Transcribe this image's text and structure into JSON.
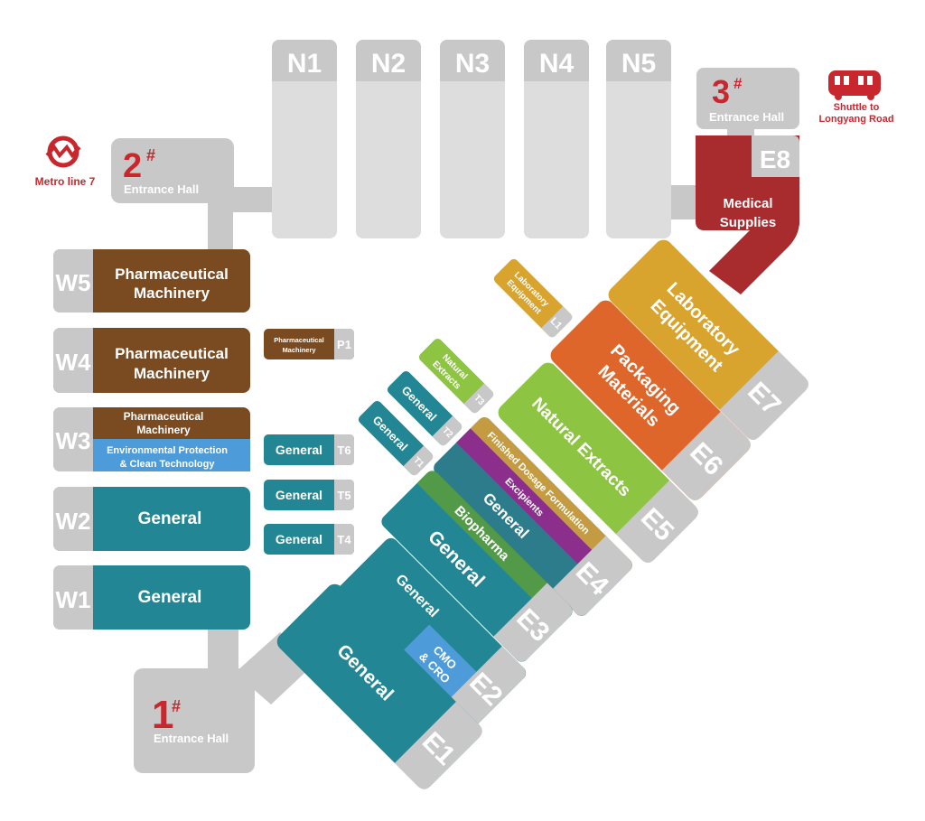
{
  "colors": {
    "gray": "#c8c8c8",
    "light_gray": "#dddddd",
    "brown": "#7a4a21",
    "teal": "#228694",
    "blue": "#4d9bd8",
    "lime": "#8dc543",
    "orange": "#df662b",
    "gold": "#d9a42e",
    "dark_red": "#a82b2e",
    "green": "#529a48",
    "purple": "#8c2f8c",
    "tan": "#c59b42",
    "slate_teal": "#2c7c8c",
    "red_text": "#c8282d"
  },
  "north_halls": [
    "N1",
    "N2",
    "N3",
    "N4",
    "N5"
  ],
  "entrances": {
    "e1": {
      "number": "1",
      "mark": "#",
      "label": "Entrance Hall"
    },
    "e2": {
      "number": "2",
      "mark": "#",
      "label": "Entrance Hall"
    },
    "e3": {
      "number": "3",
      "mark": "#",
      "label": "Entrance Hall"
    }
  },
  "transport": {
    "metro": {
      "label": "Metro line 7",
      "icon": "metro-logo-icon"
    },
    "shuttle": {
      "line1": "Shuttle to",
      "line2": "Longyang Road",
      "icon": "bus-icon"
    }
  },
  "west_halls": {
    "w5": {
      "id": "W5",
      "line1": "Pharmaceutical",
      "line2": "Machinery"
    },
    "w4": {
      "id": "W4",
      "line1": "Pharmaceutical",
      "line2": "Machinery"
    },
    "w3": {
      "id": "W3",
      "top1": "Pharmaceutical",
      "top2": "Machinery",
      "bot1": "Environmental Protection",
      "bot2": "& Clean Technology"
    },
    "w2": {
      "id": "W2",
      "label": "General"
    },
    "w1": {
      "id": "W1",
      "label": "General"
    }
  },
  "temp_halls": {
    "p1": {
      "id": "P1",
      "line1": "Pharmaceutical",
      "line2": "Machinery"
    },
    "t6": {
      "id": "T6",
      "label": "General"
    },
    "t5": {
      "id": "T5",
      "label": "General"
    },
    "t4": {
      "id": "T4",
      "label": "General"
    },
    "t1": {
      "id": "T1",
      "label": "General"
    },
    "t2": {
      "id": "T2",
      "label": "General"
    },
    "t3": {
      "id": "T3",
      "line1": "Natural",
      "line2": "Extracts"
    },
    "l1": {
      "id": "L1",
      "line1": "Laboratory",
      "line2": "Equipment"
    }
  },
  "east_halls": {
    "e8": {
      "id": "E8",
      "line1": "Medical",
      "line2": "Supplies"
    },
    "e7": {
      "id": "E7",
      "line1": "Laboratory",
      "line2": "Equipment"
    },
    "e6": {
      "id": "E6",
      "line1": "Packaging",
      "line2": "Materials"
    },
    "e5": {
      "id": "E5",
      "label": "Natural Extracts"
    },
    "e4": {
      "id": "E4",
      "s1": "Finished Dosage Formulation",
      "s2": "Excipients",
      "s3": "General"
    },
    "e3": {
      "id": "E3",
      "s1": "Biopharma",
      "s2": "General"
    },
    "e2": {
      "id": "E2",
      "s1": "General",
      "s2a": "CMO",
      "s2b": "& CRO"
    },
    "e1": {
      "id": "E1",
      "label": "General"
    }
  }
}
